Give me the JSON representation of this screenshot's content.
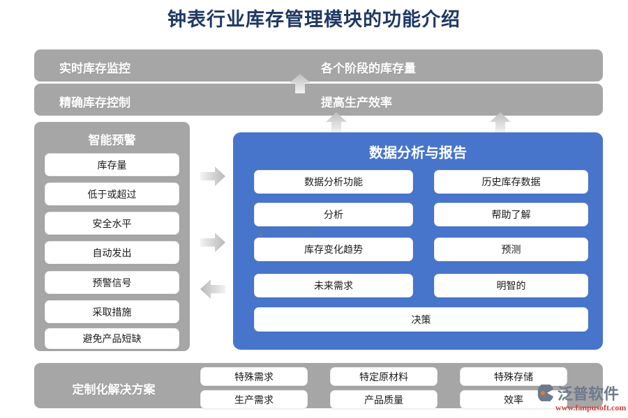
{
  "page": {
    "title": "钟表行业库存管理模块的功能介绍",
    "title_color": "#1F3864",
    "background": "#FFFFFF"
  },
  "colors": {
    "gray_panel": "#A6A6A6",
    "blue_panel": "#4775CC",
    "white_box": "#FFFFFF",
    "arrow": "#C9C9C9",
    "watermark_red": "#D0403A"
  },
  "top_bars": [
    {
      "left_label": "实时库存监控",
      "right_label": "各个阶段的库存量"
    },
    {
      "left_label": "精确库存控制",
      "right_label": "提高生产效率"
    }
  ],
  "alert_panel": {
    "title": "智能预警",
    "items": [
      {
        "label": "库存量"
      },
      {
        "label": "低于或超过"
      },
      {
        "label": "安全水平"
      },
      {
        "label": "自动发出"
      },
      {
        "label": "预警信号"
      },
      {
        "label": "采取措施"
      },
      {
        "label": "避免产品短缺"
      }
    ]
  },
  "blue_panel": {
    "title": "数据分析与报告",
    "rows": [
      {
        "left": "数据分析功能",
        "right": "历史库存数据"
      },
      {
        "left": "分析",
        "right": "帮助了解"
      },
      {
        "left": "库存变化趋势",
        "right": "预测"
      },
      {
        "left": "未来需求",
        "right": "明智的"
      }
    ],
    "footer": "决策"
  },
  "custom_bar": {
    "label": "定制化解决方案",
    "grid": [
      {
        "label": "特殊需求"
      },
      {
        "label": "特定原材料"
      },
      {
        "label": "特殊存储"
      },
      {
        "label": "生产需求"
      },
      {
        "label": "产品质量"
      },
      {
        "label": "效率"
      }
    ]
  },
  "arrows": [
    {
      "name": "arrow-up-stage",
      "direction": "up"
    },
    {
      "name": "arrow-up-left-blue",
      "direction": "up"
    },
    {
      "name": "arrow-up-right-blue",
      "direction": "up"
    },
    {
      "name": "arrow-right-top",
      "direction": "right"
    },
    {
      "name": "arrow-right-middle",
      "direction": "right"
    },
    {
      "name": "arrow-left-bottom",
      "direction": "left"
    }
  ],
  "watermark": {
    "brand": "泛普软件",
    "url": "www.fanpusoft.com"
  }
}
